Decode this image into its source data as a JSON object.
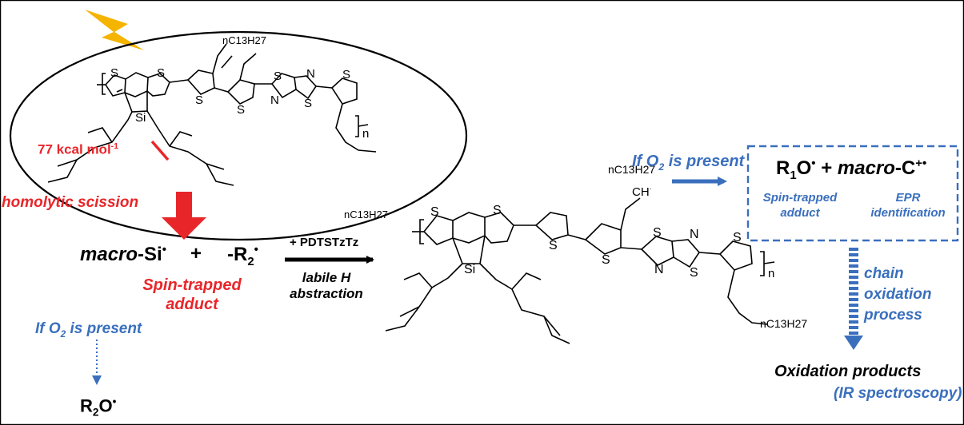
{
  "ellipse": {
    "top_substituent": "nC13H27",
    "bottom_substituent": "nC13H27",
    "bond_energy": "77 kcal mol",
    "bond_energy_sup": "-1"
  },
  "left": {
    "homolytic_label": "homolytic scission",
    "macro_prefix": "macro",
    "macro_si": "-Si",
    "plus": "+",
    "r2_radical": "-R",
    "r2_sub": "2",
    "spin_trapped_line1": "Spin-trapped",
    "spin_trapped_line2": "adduct",
    "if_o2_pre": "If O",
    "if_o2_sub": "2",
    "if_o2_post": " is present",
    "r2o_pre": "R",
    "r2o_sub": "2",
    "r2o_post": "O"
  },
  "middle": {
    "reagent": "+ PDTSTzTz",
    "abstraction_line1": "labile H",
    "abstraction_line2": "abstraction",
    "top_substituent": "nC13H27",
    "radical_site": "CH",
    "bottom_substituent": "nC13H27"
  },
  "right": {
    "if_o2_pre": "If O",
    "if_o2_sub": "2",
    "if_o2_post": " is present",
    "r1o_pre": "R",
    "r1o_sub": "1",
    "r1o_post": "O",
    "plus": "+",
    "macro_prefix": "macro",
    "macro_c": "-C",
    "macro_c_sup": "+",
    "spin_line1": "Spin-trapped",
    "spin_line2": "adduct",
    "epr_line1": "EPR",
    "epr_line2": "identification",
    "chain_line1": "chain",
    "chain_line2": "oxidation",
    "chain_line3": "process",
    "products": "Oxidation products",
    "ir": "(IR spectroscopy)"
  },
  "atoms": {
    "S": "S",
    "N": "N",
    "Si": "Si",
    "n": "n"
  },
  "colors": {
    "red": "#e8262a",
    "blue": "#3a6fbd",
    "bolt": "#f5b400",
    "black": "#000000"
  },
  "icons": {
    "lightning": "lightning-bolt-icon",
    "radical_dot": "radical-dot"
  }
}
